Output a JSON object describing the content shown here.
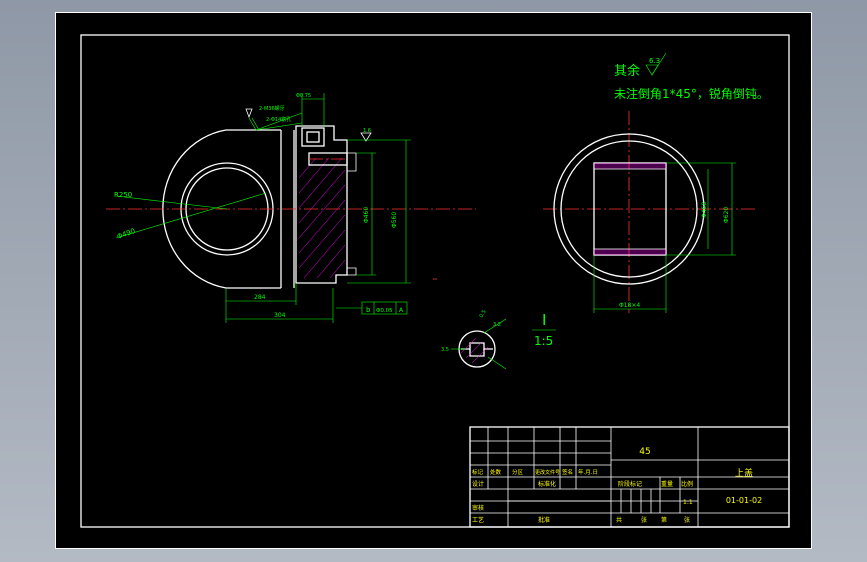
{
  "colors": {
    "background": "#000000",
    "outline": "#ffffff",
    "center_line": "#ff3030",
    "dimension": "#00ff00",
    "title_text": "#ffff00"
  },
  "notes": {
    "line1_label": "其余",
    "roughness_value": "6.3",
    "line2": "未注倒角1*45°，锐角倒钝。"
  },
  "scale_note": {
    "numerator": "I",
    "denominator": "1:5"
  },
  "dimensions": {
    "radius_r": "R250",
    "diameter_left": "Φ490",
    "width_284": "284",
    "width_304": "304",
    "datum_b": "b",
    "tolerance_frame": "Φ0.05",
    "datum_a": "A",
    "spec_top": "2-M36螺牙",
    "spec_top2": "2-Φ14锪孔",
    "dim_075": "Φ0.75",
    "roughness_16": "1.6",
    "v_dim1": "Φ560",
    "v_dim2": "Φ460",
    "right_dim1": "Φ620",
    "right_dim2": "Φ468",
    "right_bottom": "Φ18×4",
    "detail_dim1": "0.5",
    "detail_dim2": "3.2",
    "detail_dim3": "3.5"
  },
  "title_block": {
    "material": "45",
    "part_name": "上盖",
    "drawing_no": "01-01-02",
    "header_labels": [
      "标记",
      "处数",
      "分区",
      "更改文件号",
      "签名",
      "年.月.日"
    ],
    "design": "设计",
    "standardize": "标准化",
    "review": "审核",
    "process": "工艺",
    "approve": "批准",
    "stage_mark": "阶段标记",
    "weight": "重量",
    "scale": "比例",
    "scale_value": "1:1",
    "sheets_total": "共",
    "sheet_word": "张",
    "sheet_no": "第",
    "sheet_word2": "张"
  }
}
